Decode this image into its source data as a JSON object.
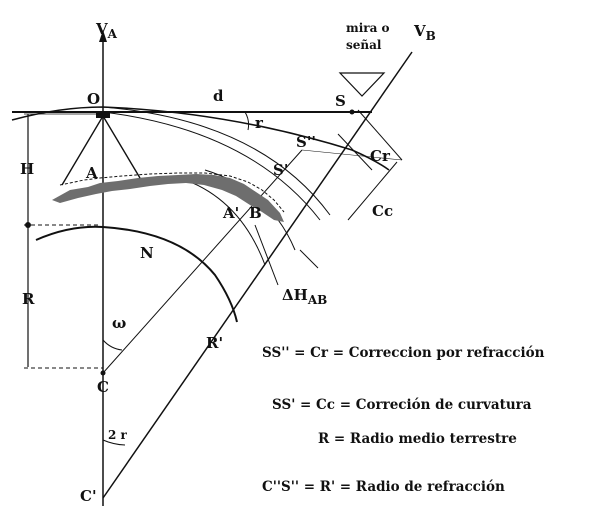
{
  "labels": {
    "va_v": "V",
    "va_sub": "A",
    "vb_v": "V",
    "vb_sub": "B",
    "target": [
      "mira o",
      "señal"
    ],
    "o": "O",
    "d": "d",
    "s": "S",
    "r_angle": "r",
    "s_dbl": "S''",
    "s_prime": "S'",
    "cr": "Cr",
    "cc": "Cc",
    "h": "H",
    "a": "A",
    "a_prime": "A'",
    "b": "B",
    "n": "N",
    "r_big": "R",
    "omega": "ω",
    "dh_pre": "ΔH",
    "dh_sub": "AB",
    "r_prime": "R'",
    "c": "C",
    "two_r": "2 r",
    "c_prime": "C'"
  },
  "legend": [
    "SS'' = Cr = Correccion por refracción",
    "SS' = Cc = Correción de curvatura",
    "R = Radio medio terrestre",
    "C''S'' = R' = Radio de refracción"
  ],
  "colors": {
    "ink": "#111111",
    "terrain": "#6e6e6e",
    "background": "#ffffff"
  }
}
